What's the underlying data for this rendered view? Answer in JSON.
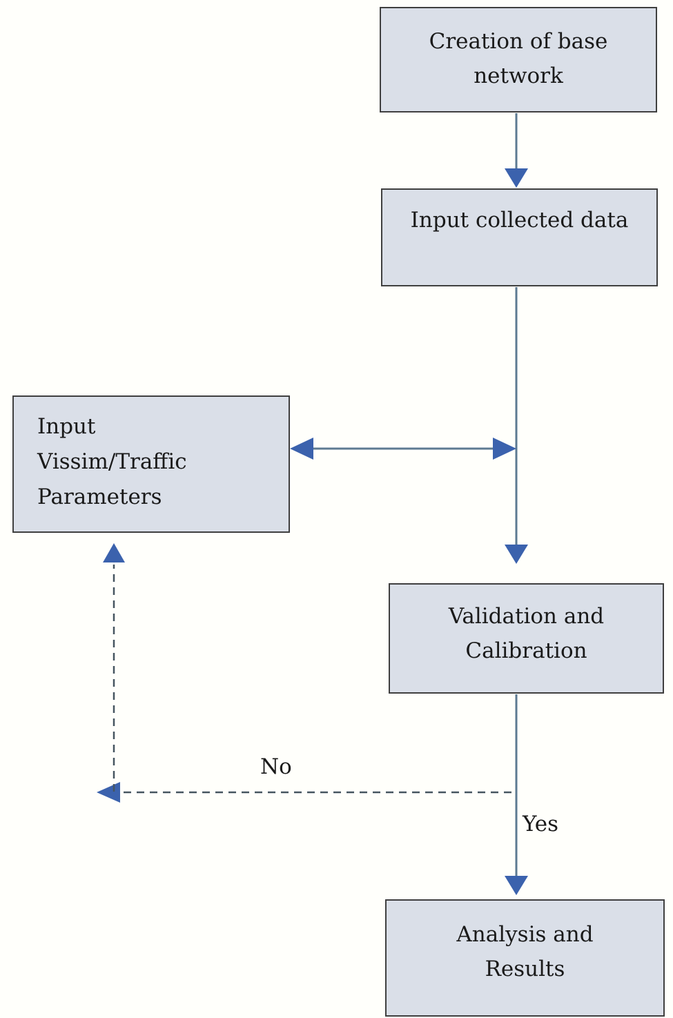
{
  "boxes": {
    "creation": {
      "lines": [
        "Creation of base",
        "network"
      ]
    },
    "input_data": {
      "lines": [
        "Input collected data"
      ]
    },
    "vissim_params": {
      "lines": [
        "Input",
        "Vissim/Traffic",
        "Parameters"
      ]
    },
    "validation": {
      "lines": [
        "Validation and",
        "Calibration"
      ]
    },
    "analysis": {
      "lines": [
        "Analysis and",
        "Results"
      ]
    }
  },
  "labels": {
    "no": "No",
    "yes": "Yes"
  },
  "colors": {
    "box_fill": "#dadfe8",
    "box_border": "#3f3f3f",
    "solid_line": "#5d7a92",
    "dashed_line": "#465560",
    "arrowhead": "#3b62ad",
    "text": "#1a1a1a",
    "background": "#fffffb"
  }
}
